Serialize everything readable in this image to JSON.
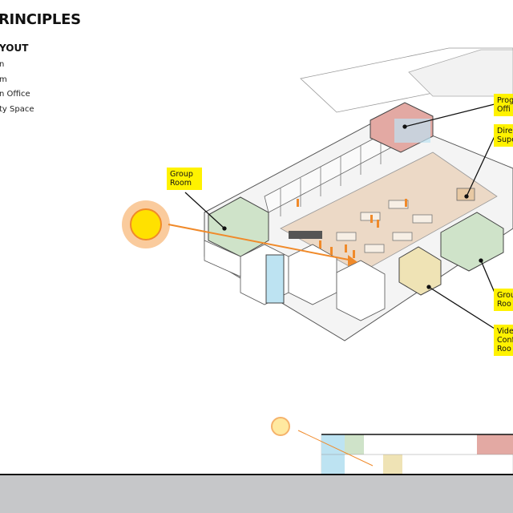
{
  "title": "RINCIPLES",
  "subtitle": "YOUT",
  "legend": [
    "n",
    "m",
    "n Office",
    "ty Space"
  ],
  "labels": {
    "group_room_left": "Group\nRoom",
    "program_office": "Prog\nOffi",
    "director_supervisor": "Dire\nSupe",
    "group_room_right": "Grou\nRoo",
    "video_conference_room": "Vide\nConf\nRoo"
  },
  "colors": {
    "label_yellow": "#fff200",
    "group_room_green": "#cfe3c9",
    "office_red": "#e3a9a3",
    "video_room_yellow": "#efe3b5",
    "floor_wood": "#ecd9c6",
    "glass_blue": "#bde3f2",
    "people_orange": "#f08a2a",
    "ground_gray": "#c6c7c9"
  }
}
